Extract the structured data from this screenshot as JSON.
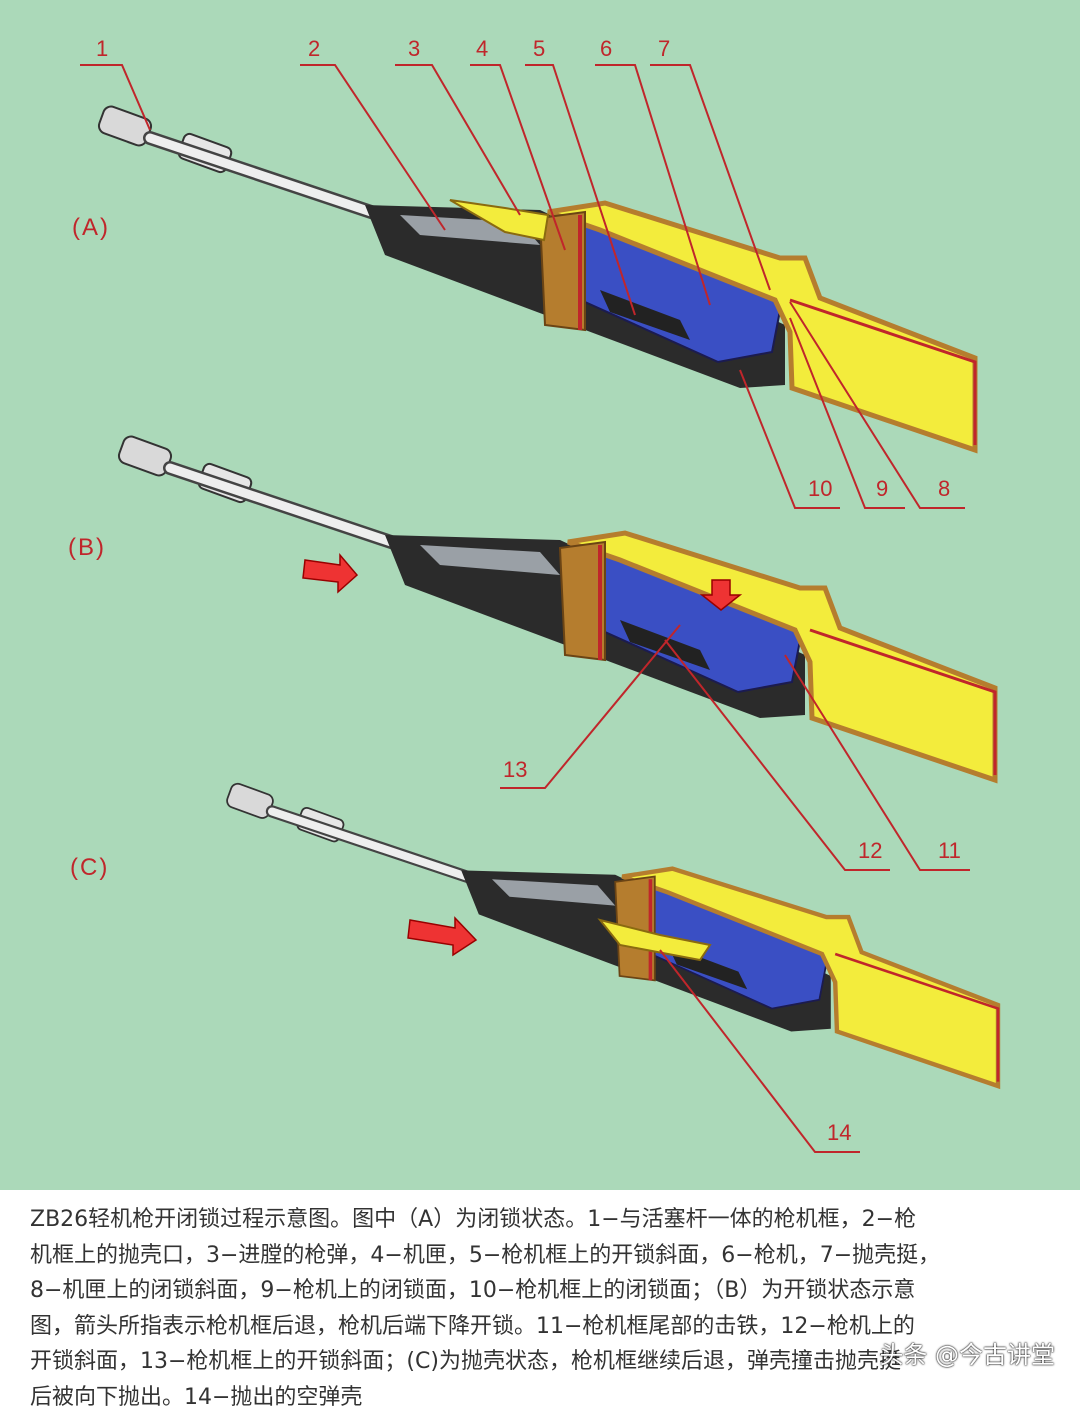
{
  "panels": {
    "a": "(A)",
    "b": "(B)",
    "c": "(C)"
  },
  "labels": {
    "n1": "1",
    "n2": "2",
    "n3": "3",
    "n4": "4",
    "n5": "5",
    "n6": "6",
    "n7": "7",
    "n8": "8",
    "n9": "9",
    "n10": "10",
    "n11": "11",
    "n12": "12",
    "n13": "13",
    "n14": "14"
  },
  "caption": {
    "lines": [
      "ZB26轻机枪开闭锁过程示意图。图中（A）为闭锁状态。1−与活塞杆一体的枪机框，2−枪",
      "机框上的抛壳口，3−进膛的枪弹，4−机匣，5−枪机框上的开锁斜面，6−枪机，7−抛壳挺，",
      "8−机匣上的闭锁斜面，9−枪机上的闭锁面，10−枪机框上的闭锁面；（B）为开锁状态示意",
      "图，箭头所指表示枪机框后退，枪机后端下降开锁。11−枪机框尾部的击铁，12−枪机上的",
      "开锁斜面，13−枪机框上的开锁斜面；(C)为抛壳状态，枪机框继续后退，弹壳撞击抛壳挺",
      "后被向下抛出。14−抛出的空弹壳"
    ]
  },
  "watermark": "头条 @今古讲堂",
  "colors": {
    "background": "#abd9b9",
    "receiver": "#f3ec3c",
    "bolt": "#3a4fc4",
    "frame": "#b57d2e",
    "accent": "#c0262b"
  }
}
